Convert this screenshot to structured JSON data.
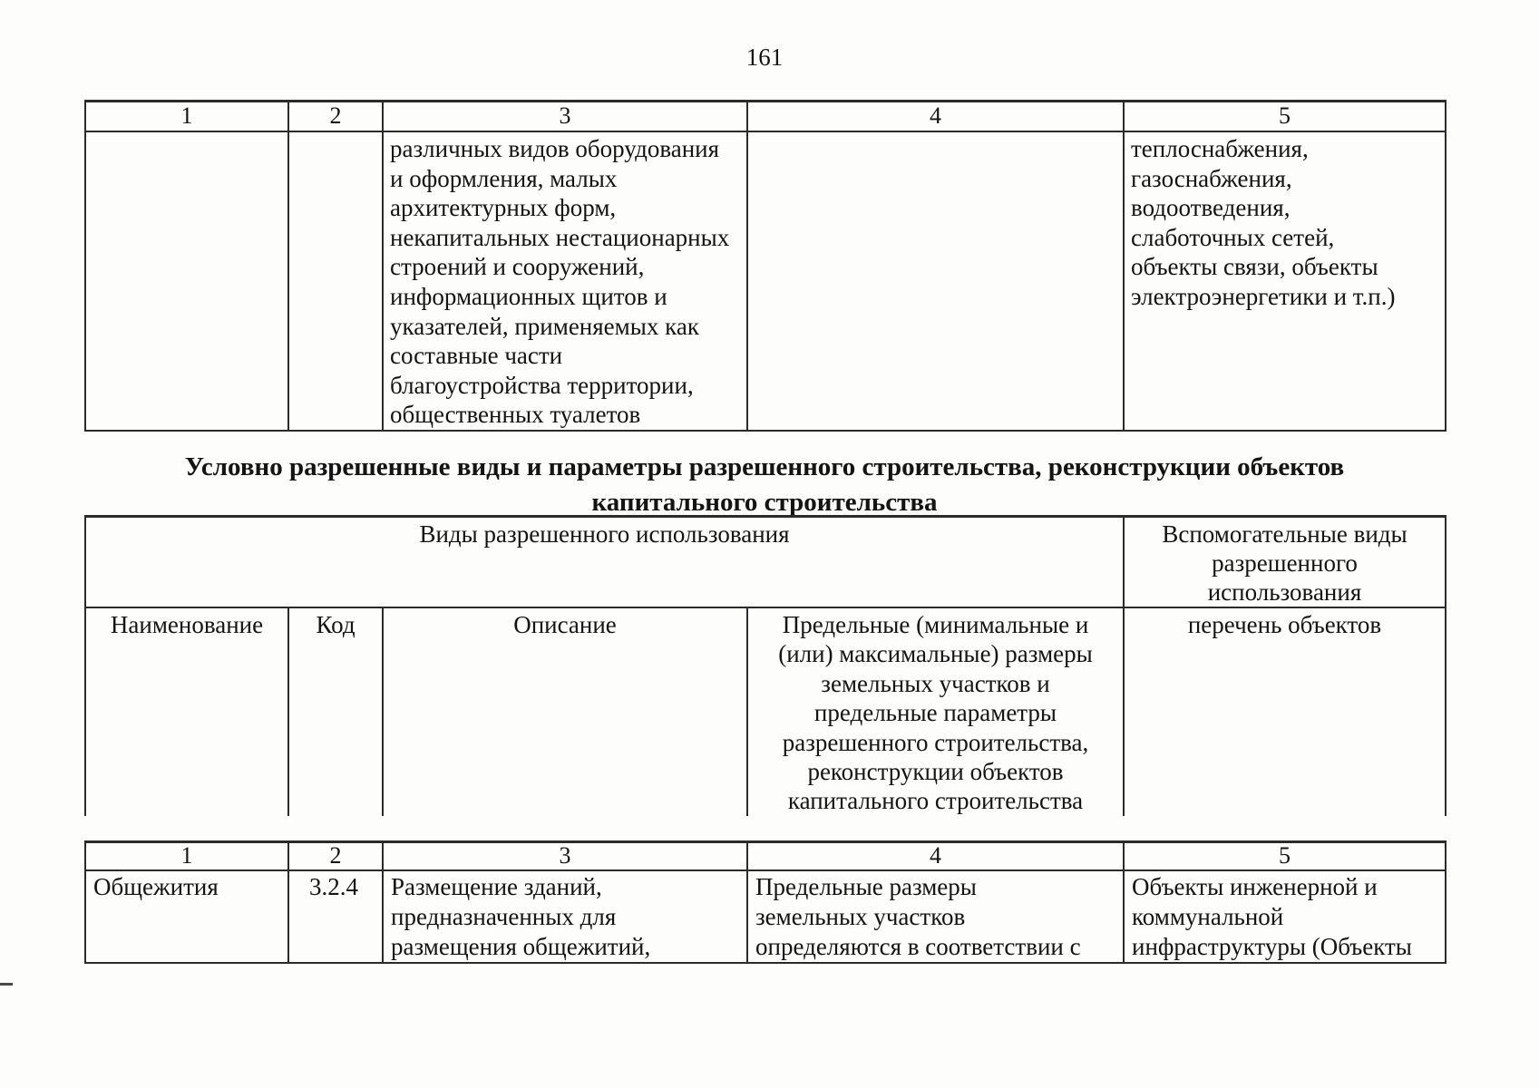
{
  "page": {
    "number": "161"
  },
  "table1": {
    "headers": [
      "1",
      "2",
      "3",
      "4",
      "5"
    ],
    "row": {
      "col3": "различных видов оборудования\nи оформления, малых\nархитектурных форм,\nнекапитальных нестационарных\nстроений и сооружений,\nинформационных щитов и\nуказателей, применяемых как\nсоставные части\nблагоустройства территории,\nобщественных туалетов",
      "col5": "теплоснабжения,\nгазоснабжения,\nводоотведения,\nслаботочных сетей,\nобъекты связи, объекты\nэлектроэнергетики и т.п.)"
    }
  },
  "section_title": {
    "text": "Условно разрешенные виды и параметры разрешенного строительства, реконструкции объектов\nкапитального строительства"
  },
  "table2": {
    "group_main": "Виды разрешенного использования",
    "group_aux": "Вспомогательные виды\nразрешенного\nиспользования",
    "columns": [
      "Наименование",
      "Код",
      "Описание",
      "Предельные (минимальные и\n(или) максимальные) размеры\nземельных участков и\nпредельные параметры\nразрешенного строительства,\nреконструкции объектов\nкапитального строительства",
      "перечень объектов"
    ]
  },
  "table3": {
    "headers": [
      "1",
      "2",
      "3",
      "4",
      "5"
    ],
    "row": {
      "name": "Общежития",
      "code": "3.2.4",
      "description": "Размещение зданий,\nпредназначенных для\nразмещения общежитий,",
      "limits": "Предельные размеры\nземельных участков\nопределяются в соответствии с",
      "aux": "Объекты инженерной и\nкоммунальной\nинфраструктуры (Объекты"
    }
  }
}
